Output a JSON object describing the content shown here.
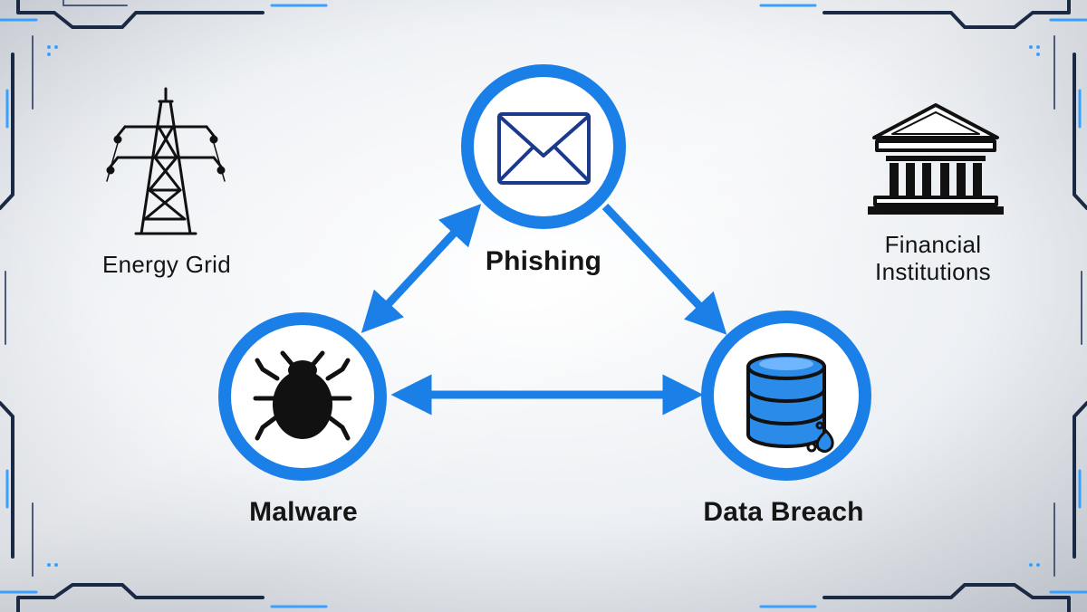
{
  "diagram": {
    "nodes": {
      "phishing": {
        "label": "Phishing",
        "icon": "envelope-icon"
      },
      "malware": {
        "label": "Malware",
        "icon": "bug-icon"
      },
      "data_breach": {
        "label": "Data Breach",
        "icon": "database-icon"
      }
    },
    "side_items": {
      "energy_grid": {
        "label": "Energy Grid",
        "icon": "power-tower-icon"
      },
      "financial_institutions": {
        "label_line1": "Financial",
        "label_line2": "Institutions",
        "icon": "bank-building-icon"
      }
    },
    "edges": [
      {
        "from": "phishing",
        "to": "malware",
        "direction": "both"
      },
      {
        "from": "phishing",
        "to": "data_breach",
        "direction": "forward"
      },
      {
        "from": "malware",
        "to": "data_breach",
        "direction": "both"
      }
    ]
  },
  "colors": {
    "accent": "#1a7fe6",
    "frame": "#1b2a44",
    "frame_highlight": "#3aa0ff",
    "text": "#151515"
  }
}
